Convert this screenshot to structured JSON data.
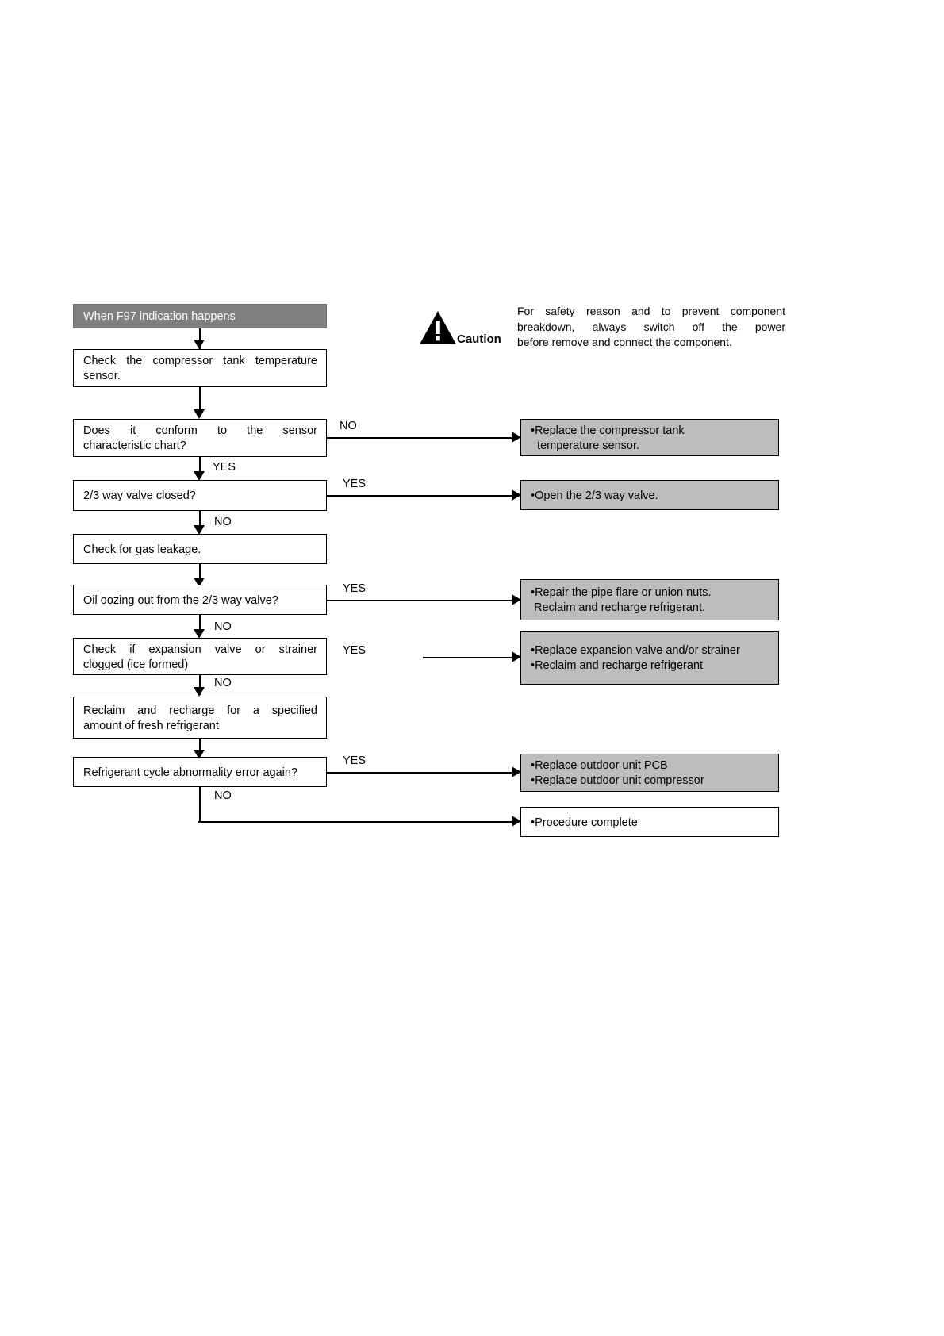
{
  "caution": {
    "icon": "warning-triangle-icon",
    "label": "Caution",
    "line1": "For safety reason and to prevent component",
    "line2": "breakdown, always switch off the power",
    "line3": "before remove and connect the component."
  },
  "flow": {
    "header": {
      "label": "When F97 indication happens"
    },
    "steps": [
      {
        "id": "check-sensor",
        "line1": "Check the compressor tank temperature",
        "line2": "sensor."
      },
      {
        "id": "conform-chart",
        "line1": "Does it conform to the sensor",
        "line2": "characteristic chart?",
        "branch_out": "NO",
        "branch_down": "YES"
      },
      {
        "id": "way-valve-closed",
        "line1": "2/3 way valve closed?",
        "branch_out": "YES",
        "branch_down": "NO"
      },
      {
        "id": "check-gas-leakage",
        "line1": "Check for gas leakage."
      },
      {
        "id": "oil-oozing",
        "line1": "Oil oozing out from the 2/3 way valve?",
        "branch_out": "YES",
        "branch_down": "NO"
      },
      {
        "id": "expansion-valve-clogged",
        "line1": "Check if expansion valve or strainer",
        "line2": "clogged (ice formed)",
        "branch_out": "YES",
        "branch_down": "NO"
      },
      {
        "id": "reclaim-recharge",
        "line1": "Reclaim and recharge for a specified",
        "line2": "amount of fresh refrigerant"
      },
      {
        "id": "abnormality-again",
        "line1": "Refrigerant cycle abnormality error again?",
        "branch_out": "YES",
        "branch_down": "NO"
      }
    ],
    "results": [
      {
        "id": "replace-sensor",
        "lines": [
          "•Replace the compressor tank",
          "  temperature sensor."
        ]
      },
      {
        "id": "open-valve",
        "lines": [
          "•Open the 2/3 way valve."
        ]
      },
      {
        "id": "repair-flare",
        "lines": [
          "•Repair the pipe flare or union nuts.",
          " Reclaim and recharge refrigerant."
        ]
      },
      {
        "id": "replace-expansion-valve",
        "lines": [
          "•Replace expansion valve and/or strainer",
          "•Reclaim and recharge refrigerant"
        ]
      },
      {
        "id": "replace-pcb",
        "lines": [
          "•Replace outdoor unit PCB",
          "•Replace outdoor unit compressor"
        ]
      },
      {
        "id": "procedure-complete",
        "lines": [
          "•Procedure complete"
        ]
      }
    ]
  }
}
